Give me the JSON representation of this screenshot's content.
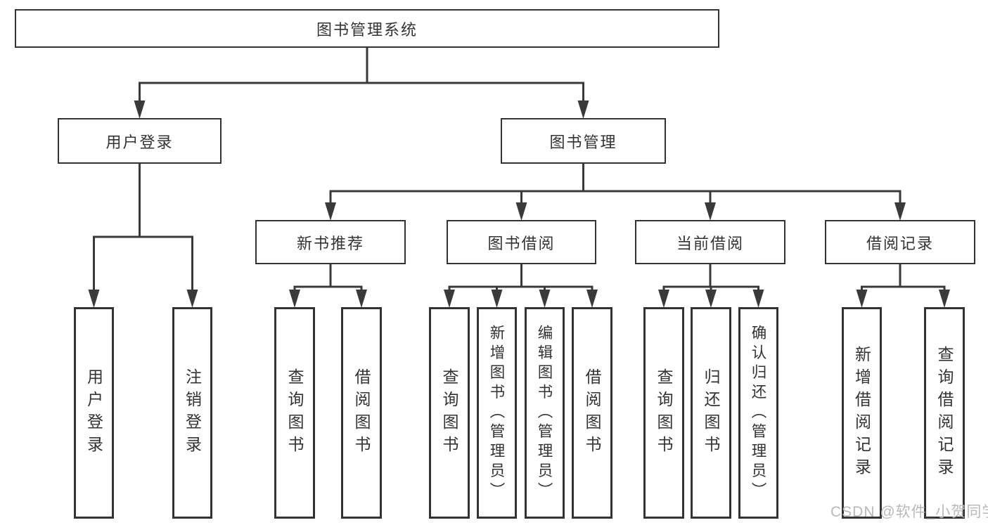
{
  "diagram": {
    "type": "hierarchy-diagram",
    "title": "图书管理系统",
    "nodes": {
      "library-management-system": "图书管理系统",
      "user-login": "用户登录",
      "book-management": "图书管理",
      "new-book-recommendation": "新书推荐",
      "book-borrowing": "图书借阅",
      "current-borrowing": "当前借阅",
      "borrowing-records": "借阅记录",
      "user-login-action": "用户登录",
      "logout-action": "注销登录",
      "nbr-search-books": "查询图书",
      "nbr-borrow-books": "借阅图书",
      "bb-search-books": "查询图书",
      "bb-add-books-admin": "新增图书（管理员）",
      "bb-edit-books-admin": "编辑图书（管理员）",
      "bb-borrow-books": "借阅图书",
      "cb-search-books": "查询图书",
      "cb-return-books": "归还图书",
      "cb-confirm-return-admin": "确认归还（管理员）",
      "br-add-record": "新增借阅记录",
      "br-search-record": "查询借阅记录"
    },
    "tree": {
      "library-management-system": [
        "user-login",
        "book-management"
      ],
      "user-login": [
        "user-login-action",
        "logout-action"
      ],
      "book-management": [
        "new-book-recommendation",
        "book-borrowing",
        "current-borrowing",
        "borrowing-records"
      ],
      "new-book-recommendation": [
        "nbr-search-books",
        "nbr-borrow-books"
      ],
      "book-borrowing": [
        "bb-search-books",
        "bb-add-books-admin",
        "bb-edit-books-admin",
        "bb-borrow-books"
      ],
      "current-borrowing": [
        "cb-search-books",
        "cb-return-books",
        "cb-confirm-return-admin"
      ],
      "borrowing-records": [
        "br-add-record",
        "br-search-record"
      ]
    }
  },
  "watermark": {
    "text": "CSDN @软件_小贺同学"
  },
  "colors": {
    "line": "#3a3a3a",
    "box_border": "#333333",
    "text": "#333333",
    "watermark_text": "#b9b9b9",
    "background": "#ffffff"
  }
}
